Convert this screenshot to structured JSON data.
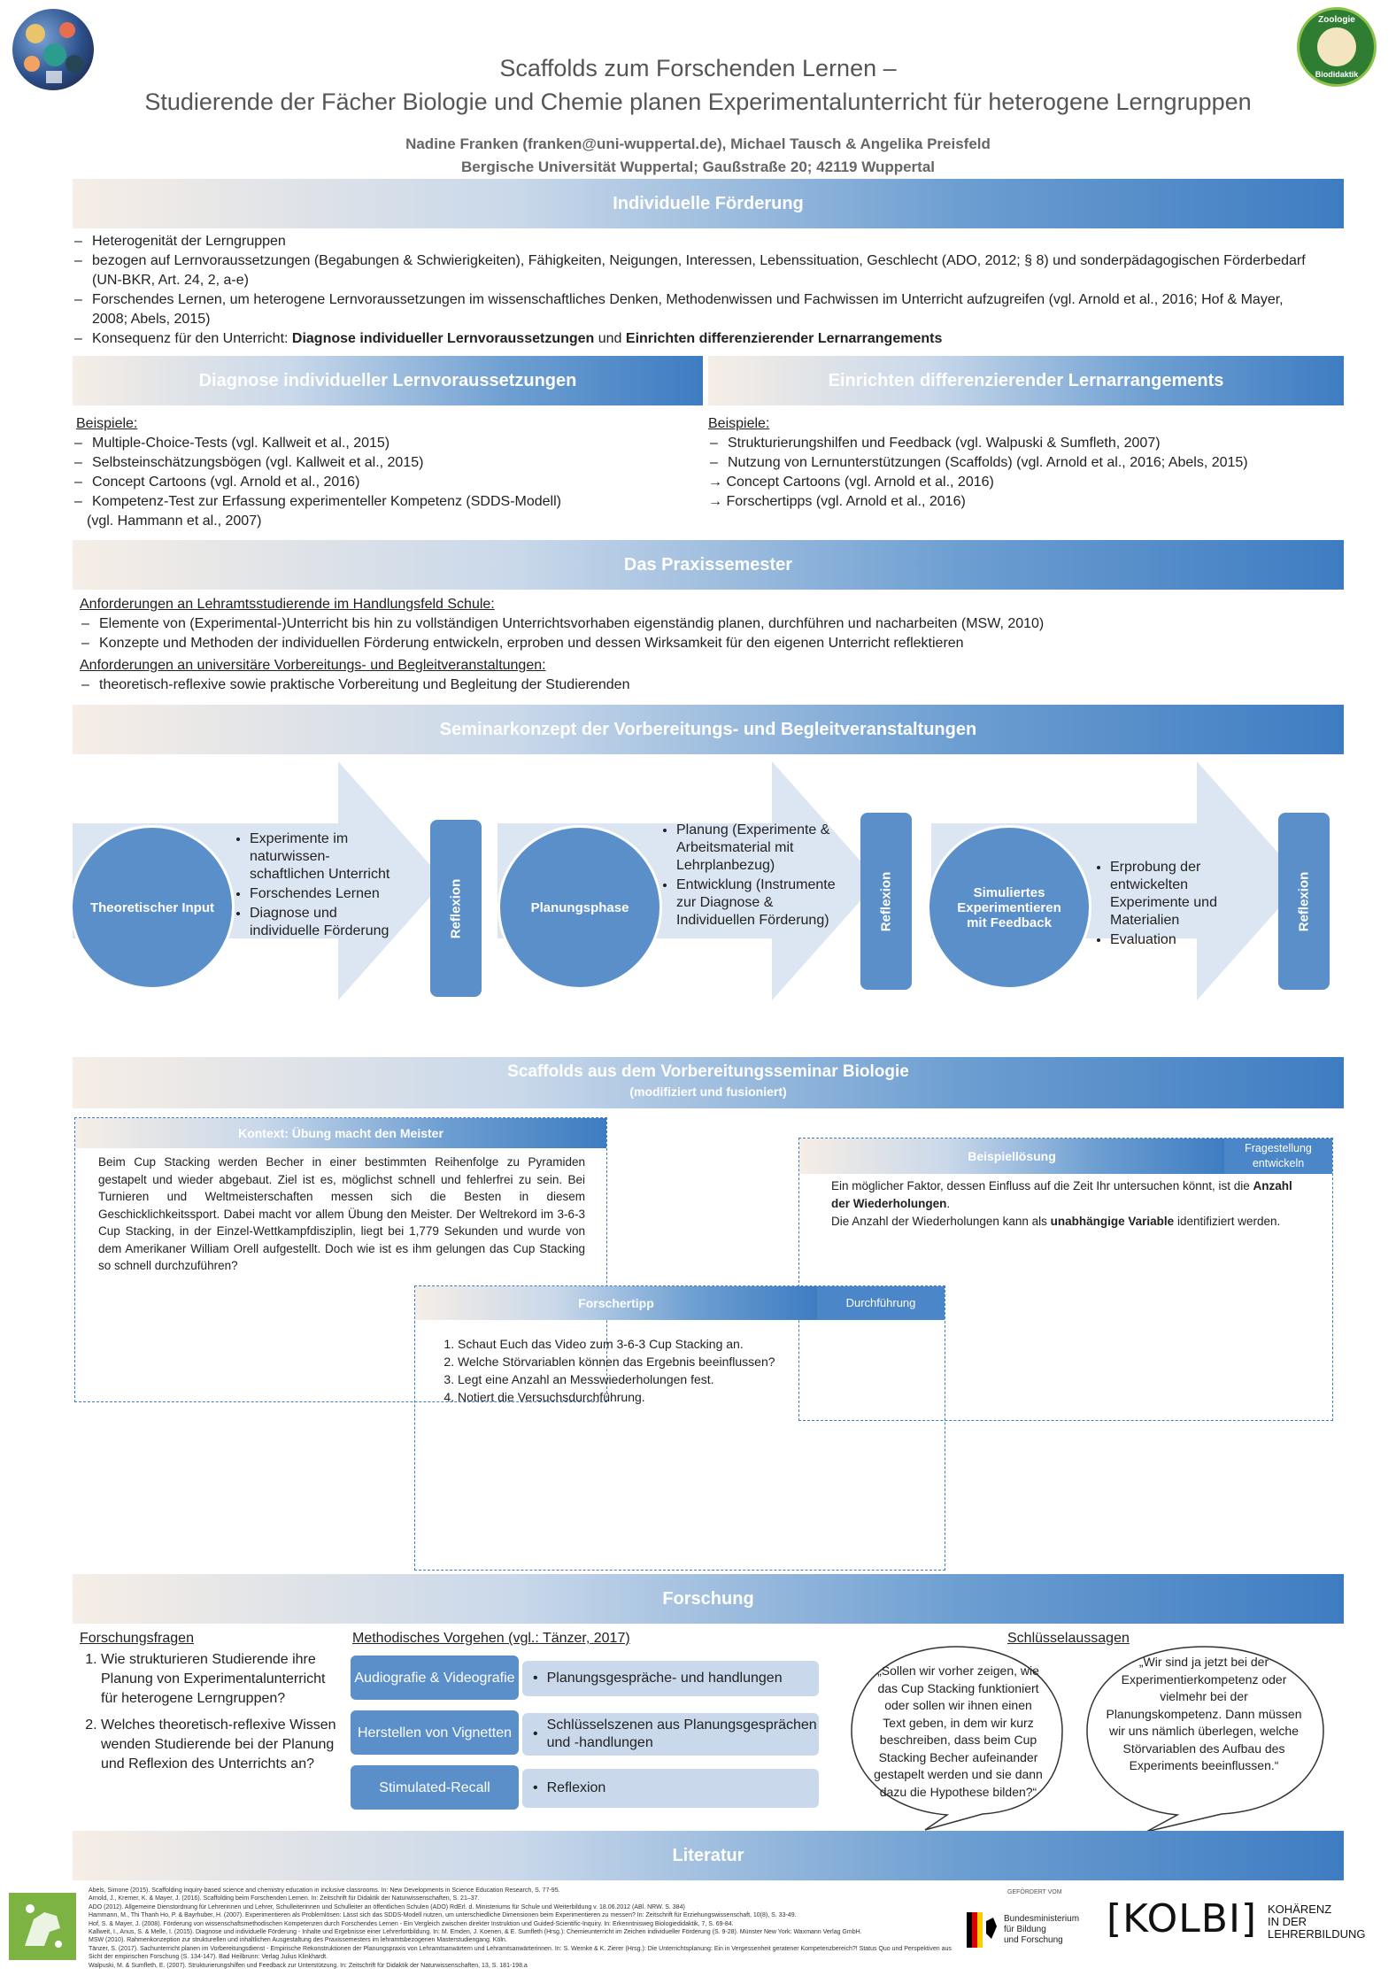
{
  "header": {
    "title_line1": "Scaffolds zum Forschenden Lernen –",
    "title_line2": "Studierende der Fächer Biologie und Chemie planen Experimentalunterricht für heterogene Lerngruppen",
    "authors": "Nadine Franken (franken@uni-wuppertal.de), Michael Tausch & Angelika Preisfeld",
    "institution": "Bergische Universität Wuppertal; Gaußstraße 20; 42119 Wuppertal",
    "logo_right_top": "Zoologie",
    "logo_right_bottom": "Biodidaktik"
  },
  "individuelle": {
    "heading": "Individuelle Förderung",
    "items": [
      "Heterogenität der Lerngruppen",
      "bezogen auf Lernvoraussetzungen (Begabungen & Schwierigkeiten), Fähigkeiten, Neigungen, Interessen, Lebenssituation, Geschlecht (ADO, 2012; § 8) und sonderpädagogischen Förderbedarf (UN-BKR, Art. 24, 2, a-e)",
      "Forschendes Lernen, um heterogene Lernvoraussetzungen im wissenschaftliches Denken, Methodenwissen und Fachwissen im Unterricht aufzugreifen (vgl. Arnold et al., 2016; Hof & Mayer, 2008; Abels, 2015)"
    ],
    "consequence_prefix": "Konsequenz für den Unterricht: ",
    "consequence_bold1": "Diagnose individueller Lernvoraussetzungen",
    "consequence_mid": " und ",
    "consequence_bold2": "Einrichten differenzierender Lernarrangements"
  },
  "diagnose": {
    "heading": "Diagnose individueller Lernvoraussetzungen",
    "examples_label": "Beispiele:",
    "items": [
      "Multiple-Choice-Tests (vgl. Kallweit et al., 2015)",
      "Selbsteinschätzungsbögen (vgl. Kallweit et al., 2015)",
      "Concept Cartoons (vgl. Arnold et al., 2016)",
      "Kompetenz-Test zur Erfassung experimenteller Kompetenz (SDDS-Modell)",
      "(vgl. Hammann et al., 2007)"
    ]
  },
  "einrichten": {
    "heading": "Einrichten differenzierender Lernarrangements",
    "examples_label": "Beispiele:",
    "items": [
      "Strukturierungshilfen und Feedback (vgl. Walpuski & Sumfleth, 2007)",
      "Nutzung von Lernunterstützungen (Scaffolds) (vgl. Arnold et al., 2016; Abels, 2015)",
      "Concept Cartoons (vgl. Arnold et al., 2016)",
      "Forschertipps (vgl. Arnold et al., 2016)"
    ]
  },
  "praxis": {
    "heading": "Das Praxissemester",
    "req1_label": "Anforderungen an Lehramtsstudierende im Handlungsfeld Schule:",
    "req1_items": [
      "Elemente von (Experimental-)Unterricht bis hin zu vollständigen Unterrichtsvorhaben eigenständig planen, durchführen und nacharbeiten (MSW, 2010)",
      "Konzepte und Methoden der individuellen Förderung entwickeln, erproben und dessen Wirksamkeit für den eigenen Unterricht reflektieren"
    ],
    "req2_label": "Anforderungen an universitäre Vorbereitungs- und Begleitveranstaltungen:",
    "req2_items": [
      "theoretisch-reflexive sowie praktische Vorbereitung und Begleitung der Studierenden"
    ]
  },
  "seminar": {
    "heading": "Seminarkonzept der Vorbereitungs- und Begleitveranstaltungen",
    "phases": [
      {
        "circle": "Theoretischer Input",
        "bullets": [
          "Experimente im naturwissen-schaftlichen Unterricht",
          "Forschendes Lernen",
          "Diagnose und individuelle Förderung"
        ],
        "reflexion": "Reflexion"
      },
      {
        "circle": "Planungsphase",
        "bullets": [
          "Planung (Experimente & Arbeitsmaterial mit Lehrplanbezug)",
          "Entwicklung (Instrumente zur Diagnose & Individuellen Förderung)"
        ],
        "reflexion": "Reflexion"
      },
      {
        "circle": "Simuliertes Experimentieren mit Feedback",
        "bullets": [
          "Erprobung der entwickelten Experimente und Materialien",
          "Evaluation"
        ],
        "reflexion": "Reflexion"
      }
    ]
  },
  "scaffolds": {
    "heading": "Scaffolds aus dem Vorbereitungsseminar Biologie",
    "subheading": "(modifiziert und fusioniert)",
    "kontext_title": "Kontext: Übung macht den Meister",
    "kontext_text": "Beim Cup Stacking werden Becher in einer bestimmten Reihenfolge zu Pyramiden gestapelt und wieder abgebaut. Ziel ist es, möglichst schnell und fehlerfrei zu sein. Bei Turnieren und Weltmeisterschaften messen sich die Besten in diesem Geschicklichkeitssport. Dabei macht vor allem Übung den Meister. Der Weltrekord im 3-6-3 Cup Stacking, in der Einzel-Wettkampfdisziplin, liegt bei 1,779 Sekunden und wurde von dem Amerikaner William Orell aufgestellt. Doch wie ist es ihm gelungen das Cup Stacking so schnell durchzuführen?",
    "beispiel_title": "Beispiellösung",
    "beispiel_tab": "Fragestellung entwickeln",
    "beispiel_line1": "Ein möglicher Faktor, dessen Einfluss auf die Zeit Ihr untersuchen könnt, ist die ",
    "beispiel_bold1": "Anzahl der Wiederholungen",
    "beispiel_line2": "Die Anzahl der Wiederholungen kann als ",
    "beispiel_bold2": "unabhängige Variable",
    "beispiel_line2_end": " identifiziert werden.",
    "forscher_title": "Forschertipp",
    "forscher_tab": "Durchführung",
    "forscher_items": [
      "Schaut Euch das Video zum 3-6-3 Cup Stacking an.",
      "Welche Störvariablen können das Ergebnis beeinflussen?",
      "Legt eine Anzahl an Messwiederholungen fest.",
      "Notiert die Versuchsdurchführung."
    ]
  },
  "forschung": {
    "heading": "Forschung",
    "fragen_label": "Forschungsfragen",
    "fragen": [
      "Wie strukturieren Studierende ihre Planung von Experimentalunterricht für heterogene Lerngruppen?",
      "Welches theoretisch-reflexive Wissen wenden Studierende bei der Planung und Reflexion des Unterrichts an?"
    ],
    "methoden_label": "Methodisches Vorgehen (vgl.: Tänzer, 2017)",
    "methoden": [
      {
        "label": "Audiografie & Videografie",
        "text": "Planungsgespräche- und handlungen"
      },
      {
        "label": "Herstellen von Vignetten",
        "text": "Schlüsselszenen aus Planungsgesprächen und -handlungen"
      },
      {
        "label": "Stimulated-Recall",
        "text": "Reflexion"
      }
    ],
    "schluessel_label": "Schlüsselaussagen",
    "quote1": "„Sollen wir vorher zeigen, wie das Cup Stacking funktioniert oder sollen wir ihnen einen Text geben, in dem wir kurz beschreiben, dass beim Cup Stacking Becher aufeinander gestapelt werden und sie dann dazu die Hypothese bilden?“",
    "quote2": "„Wir sind ja jetzt bei der Experimentierkompetenz oder vielmehr bei der Planungskompetenz. Dann müssen wir uns nämlich überlegen, welche Störvariablen des Aufbau des Experiments beeinflussen.“"
  },
  "literatur": {
    "heading": "Literatur",
    "refs": [
      "Abels, Simone (2015). Scaffolding inquiry-based science and chemistry education in inclusive classrooms. In: New Developments in Science Education Research, S. 77-95.",
      "Arnold, J., Kremer, K. & Mayer, J. (2016). Scaffolding beim Forschenden Lernen. In: Zeitschrift für Didaktik der Naturwissenschaften, S. 21–37.",
      "ADO (2012). Allgemeine Dienstordnung für Lehrerinnen und Lehrer, Schulleiterinnen und Schulleiter an öffentlichen Schulen (ADO) RdErl. d. Ministeriums für Schule und Weiterbildung v. 18.06.2012 (ABl. NRW. S. 384)",
      "Hammann, M., Thi Thanh Ho, P. & Bayrhuber, H. (2007). Experimentieren als Problemlösen: Lässt sich das SDDS-Modell nutzen, um unterschiedliche Dimensionen beim Experimentieren zu messen? In: Zeitschrift für Erziehungswissenschaft, 10(8), S. 33-49.",
      "Hof, S. & Mayer, J. (2008). Förderung von wissenschaftsmethodischen Kompetenzen durch Forschendes Lernen - Ein Vergleich zwischen direkter Instruktion und Guided-Scientific-Inquiry. In: Erkenntnisweg Biologiedidaktik, 7, S. 69-84.",
      "Kallweit, I., Anus, S. & Melle, I. (2015). Diagnose und individuelle Förderung - Inhalte und Ergebnisse einer Lehrerfortbildung. In: M. Emden, J. Koenen, & E. Sumfleth (Hrsg.): Chemieunterricht im Zeichen individueller Förderung (S. 9-28). Münster New York: Waxmann Verlag GmbH.",
      "MSW (2010). Rahmenkonzeption zur strukturellen und inhaltlichen Ausgestaltung des Praxissemesters im lehramtsbezogenen Masterstudiengang. Köln.",
      "Tänzer, S. (2017). Sachunterricht planen im Vorbereitungsdienst - Empirische Rekonstruktionen der Planungspraxis von Lehramtsanwärtern und Lehramtsanwärterinnen. In: S. Wernke & K. Zierer (Hrsg.): Die Unterrichtsplanung: Ein in Vergessenheit geratener Kompetenzbereich?! Status Quo und Perspektiven aus Sicht der empirischen Forschung (S. 134-147). Bad Heilbrunn: Verlag Julius Klinkhardt.",
      "Walpuski, M. & Sumfleth, E. (2007). Strukturierungshilfen und Feedback zur Unterstützung. In: Zeitschrift für Didaktik der Naturwissenschaften, 13, S. 181-198.a"
    ]
  },
  "footer": {
    "gefoerdert": "GEFÖRDERT VOM",
    "bmbf_line1": "Bundesministerium",
    "bmbf_line2": "für Bildung",
    "bmbf_line3": "und Forschung",
    "kolbi": "[KOLBI]",
    "kolbi_line1": "KOHÄRENZ",
    "kolbi_line2": "IN DER",
    "kolbi_line3": "LEHRERBILDUNG"
  }
}
